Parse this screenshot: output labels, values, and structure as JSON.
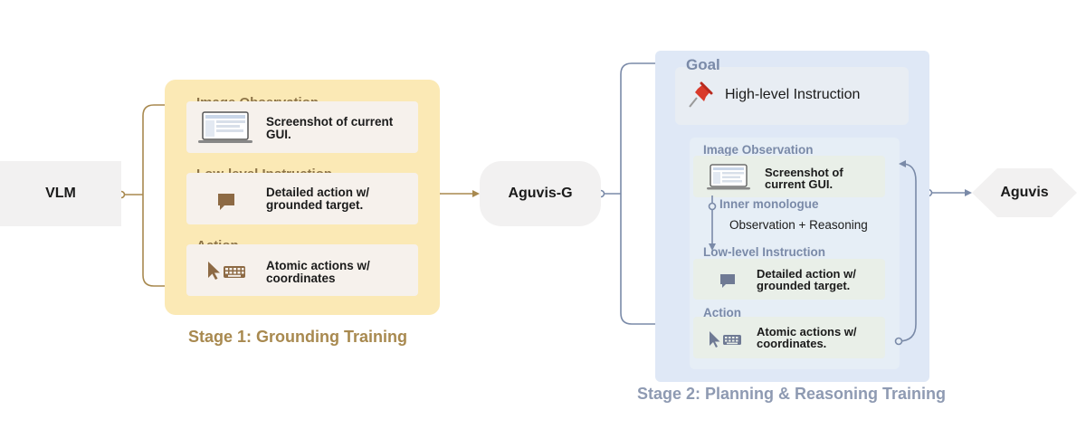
{
  "nodes": {
    "vlm": "VLM",
    "aguvis_g": "Aguvis-G",
    "aguvis": "Aguvis"
  },
  "stage1": {
    "caption": "Stage 1: Grounding Training",
    "sections": [
      {
        "title": "Image Observation",
        "text": [
          "Screenshot of current",
          "GUI."
        ],
        "icon": "laptop-icon"
      },
      {
        "title": "Low-level Instruction",
        "text": [
          "Detailed action w/",
          "grounded target."
        ],
        "icon": "speech-bubble-icon"
      },
      {
        "title": "Action",
        "text": [
          "Atomic actions w/",
          "coordinates"
        ],
        "icon": "cursor-keyboard-icon"
      }
    ]
  },
  "stage2": {
    "caption": "Stage 2: Planning & Reasoning Training",
    "goal": {
      "label": "Goal",
      "text": "High-level Instruction",
      "icon": "pushpin-icon"
    },
    "sections": [
      {
        "title": "Image Observation",
        "text": [
          "Screenshot of",
          "current GUI."
        ],
        "icon": "laptop-icon"
      },
      {
        "title": "Inner monologue",
        "text": [
          "Observation + Reasoning"
        ]
      },
      {
        "title": "Low-level Instruction",
        "text": [
          "Detailed action w/",
          "grounded target."
        ],
        "icon": "speech-bubble-icon"
      },
      {
        "title": "Action",
        "text": [
          "Atomic actions w/",
          "coordinates."
        ],
        "icon": "cursor-keyboard-icon"
      }
    ]
  },
  "colors": {
    "stage1_bg": "#fbe9b5",
    "stage1_accent": "#a8894f",
    "stage2_bg": "#dfe8f6",
    "stage2_accent": "#7a8aa8",
    "node_bg": "#f2f1f1"
  }
}
